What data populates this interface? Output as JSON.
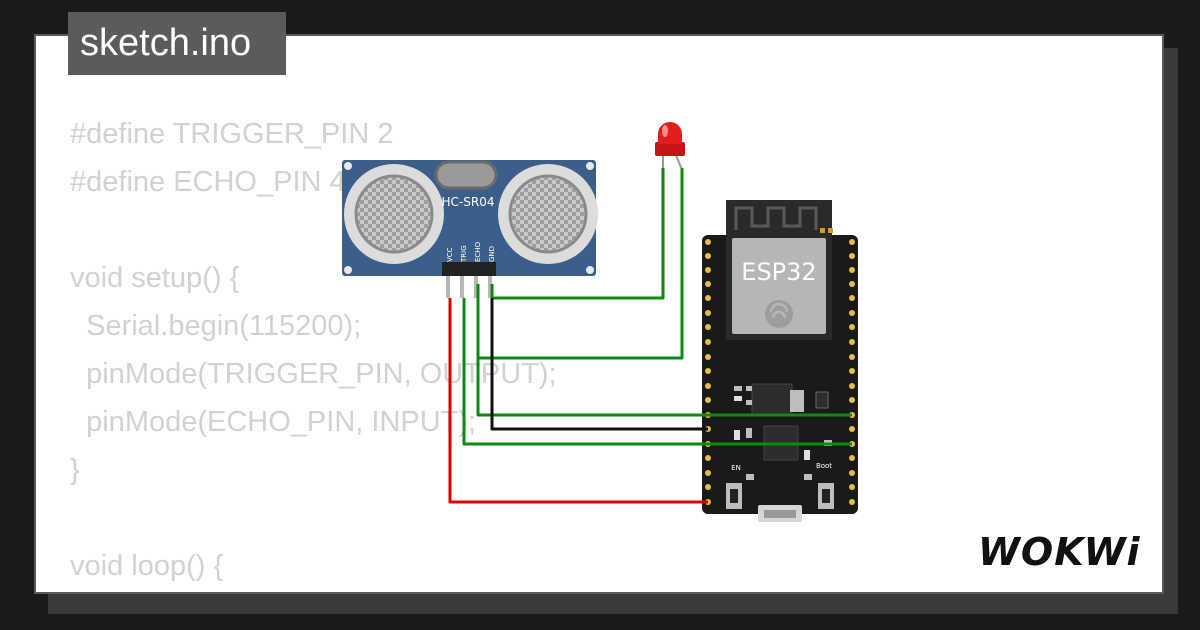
{
  "file_tab": {
    "label": "sketch.ino"
  },
  "code_lines": [
    "#define TRIGGER_PIN 2",
    "#define ECHO_PIN 4",
    "",
    "void setup() {",
    "  Serial.begin(115200);",
    "  pinMode(TRIGGER_PIN, OUTPUT);",
    "  pinMode(ECHO_PIN, INPUT);",
    "}",
    "",
    "void loop() {"
  ],
  "sensor": {
    "model": "HC-SR04",
    "pins": [
      "VCC",
      "TRIG",
      "ECHO",
      "GND"
    ]
  },
  "board": {
    "module_label": "ESP32",
    "en_label": "EN",
    "boot_label": "Boot"
  },
  "brand": {
    "name": "WOKWi"
  },
  "colors": {
    "background": "#1b1b1b",
    "card": "#ffffff",
    "code_text": "#d2d2d2",
    "tab": "#5b5b5b",
    "wire_green": "#0f8a0f",
    "wire_red": "#e00000",
    "wire_black": "#111111",
    "sensor_board": "#3b5f8a",
    "esp32_board": "#1a1a1a",
    "led": "#e01e1e"
  }
}
